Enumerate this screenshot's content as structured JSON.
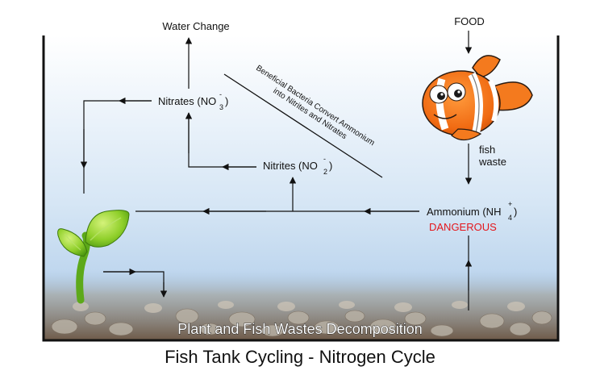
{
  "labels": {
    "water_change": "Water Change",
    "food": "FOOD",
    "nitrates_main": "Nitrates (NO",
    "nitrates_sub": "3",
    "nitrates_sup": "-",
    "nitrates_close": ")",
    "nitrites_main": "Nitrites (NO",
    "nitrites_sub": "2",
    "nitrites_sup": "-",
    "nitrites_close": ")",
    "bacteria_line1": "Beneficial Bacteria Convert Ammonium",
    "bacteria_line2": "into Nitrites and Nitrates",
    "fish_waste_line1": "fish",
    "fish_waste_line2": "waste",
    "ammonium_main": "Ammonium (NH",
    "ammonium_sub": "4",
    "ammonium_sup": "+",
    "ammonium_close": ")",
    "dangerous": "DANGEROUS",
    "decomposition": "Plant and Fish Wastes Decomposition",
    "title": "Fish Tank Cycling - Nitrogen Cycle"
  },
  "colors": {
    "danger": "#e4161b",
    "arrow": "#111111",
    "water_top": "#ffffff",
    "water_bottom": "#b9d3ec"
  },
  "icons": {
    "fish": "clownfish-icon",
    "plant": "sprout-icon"
  }
}
